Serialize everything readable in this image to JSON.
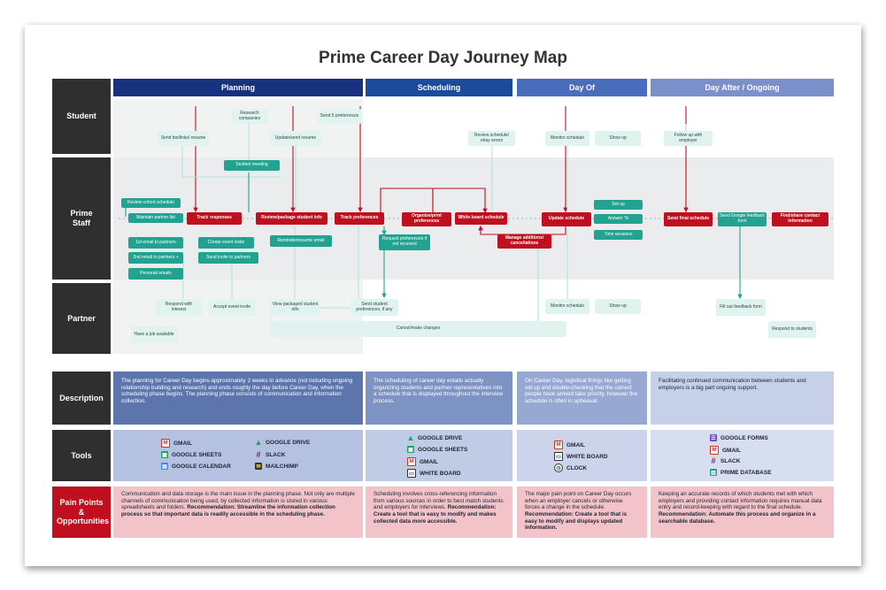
{
  "title": "Prime Career Day Journey Map",
  "phases": {
    "planning": "Planning",
    "scheduling": "Scheduling",
    "dayof": "Day Of",
    "after": "Day After / Ongoing"
  },
  "rows": {
    "student": "Student",
    "prime_staff": "Prime Staff",
    "partner": "Partner",
    "description": "Description",
    "tools": "Tools",
    "pain_points": "Pain Points & Opportunities"
  },
  "nodes": {
    "research": "Research companies",
    "send5": "Send 5 preferences",
    "send_bio": "Send bio/links/ resume",
    "update_resume": "Update/send resume",
    "student_meeting": "Student meeting",
    "review_schedule": "Review schedule/ relay errors",
    "monitor_schedule_s": "Monitor schedule",
    "show_up_s": "Show up",
    "follow_up": "Follow up with employer",
    "review_cohort": "Review cohort schedule",
    "maintain_partner": "Maintain partner list",
    "track_responses": "Track responses",
    "review_package": "Review/package student info",
    "track_preferences": "Track preferences",
    "organize_print": "Organize/print preferences",
    "whiteboard_schedule": "White board schedule",
    "update_schedule": "Update schedule",
    "set_up": "Set up",
    "answer_qs": "Answer ?s",
    "time_sessions": "Time sessions",
    "send_final": "Send final schedule",
    "send_google_form": "Send Google feedback form",
    "find_share": "Find/share contact information",
    "first_email": "1st email to partners",
    "second_email": "2nd email to partners +",
    "personal_emails": "Personal emails",
    "create_event": "Create event invite",
    "send_invite": "Send invite to partners",
    "reminder_resume": "Reminder/resume email",
    "request_preferences": "Request preferences if not received",
    "manage_additions": "Manage additions/ cancellations",
    "respond_interest": "Respond with interest",
    "accept_invite": "Accept event invite",
    "view_packaged": "View packaged student info",
    "send_student_prefs": "Send student preferences, if any",
    "monitor_schedule_p": "Monitor schedule",
    "show_up_p": "Show up",
    "fill_out": "Fill out feedback form",
    "have_job": "Have a job available",
    "respond_students": "Respond to students",
    "cancel_make": "Cancel/make changes"
  },
  "descriptions": {
    "planning": "The planning for Career Day begins approximately 2 weeks in advance (not including ongoing relationship building and research) and ends roughly the day before Career Day, when the scheduling phase begins. The planning phase consists of communication and information collection.",
    "scheduling": "The scheduling of career day entails actually organizing students and partner representatives into a schedule that is displayed throughout the interview process.",
    "dayof": "On Career Day, logistical things like getting set up and double-checking that the correct people have arrived take priority, however the schedule is often in upheaval.",
    "after": "Facilitating continued communication between students and employers is a big part ongoing support."
  },
  "tools": {
    "planning": [
      {
        "name": "GMAIL",
        "icon": "gmail-icon"
      },
      {
        "name": "GOOGLE DRIVE",
        "icon": "google-drive-icon"
      },
      {
        "name": "GOOGLE SHEETS",
        "icon": "google-sheets-icon"
      },
      {
        "name": "SLACK",
        "icon": "slack-icon"
      },
      {
        "name": "GOOGLE CALENDAR",
        "icon": "google-calendar-icon"
      },
      {
        "name": "MAILCHIMP",
        "icon": "mailchimp-icon"
      }
    ],
    "scheduling": [
      {
        "name": "GOOGLE DRIVE",
        "icon": "google-drive-icon"
      },
      {
        "name": "GOOGLE SHEETS",
        "icon": "google-sheets-icon"
      },
      {
        "name": "GMAIL",
        "icon": "gmail-icon"
      },
      {
        "name": "WHITE BOARD",
        "icon": "whiteboard-icon"
      }
    ],
    "dayof": [
      {
        "name": "GMAIL",
        "icon": "gmail-icon"
      },
      {
        "name": "WHITE BOARD",
        "icon": "whiteboard-icon"
      },
      {
        "name": "CLOCK",
        "icon": "clock-icon"
      }
    ],
    "after": [
      {
        "name": "GOOGLE FORMS",
        "icon": "google-forms-icon"
      },
      {
        "name": "GMAIL",
        "icon": "gmail-icon"
      },
      {
        "name": "SLACK",
        "icon": "slack-icon"
      },
      {
        "name": "PRIME DATABASE",
        "icon": "database-icon"
      }
    ]
  },
  "pain_points": {
    "planning_text": "Communication and data storage is the main issue in the planning phase. Not only are multiple channels of communication being used, by collected information is stored in various spreadsheets and folders. ",
    "planning_rec": "Recommendation: Streamline the information collection process so that important data is readily accessible in the scheduling phase.",
    "scheduling_text": "Scheduling involves cross-referencing information from various sources in order to best match students and employers for interviews. ",
    "scheduling_rec": "Recommendation: Create a tool that is easy to modify and makes collected data more accessible.",
    "dayof_text": "The major pain point on Career Day occurs when an employer cancels or otherwise forces a change in the schedule. ",
    "dayof_rec": "Recommendation: Create a tool that is easy to modify and displays updated information.",
    "after_text": "Keeping an accurate records of which students met with which employers and providing contact information requires manual data entry and record-keeping with regard to the final schedule. ",
    "after_rec": "Recommendation: Automate this process and organize in a searchable database."
  },
  "colors": {
    "planning": "#18327f",
    "scheduling": "#1e4a9e",
    "dayof": "#4a6cbd",
    "after": "#7b8fc9",
    "accent_red": "#c0101f",
    "teal": "#22a392"
  }
}
